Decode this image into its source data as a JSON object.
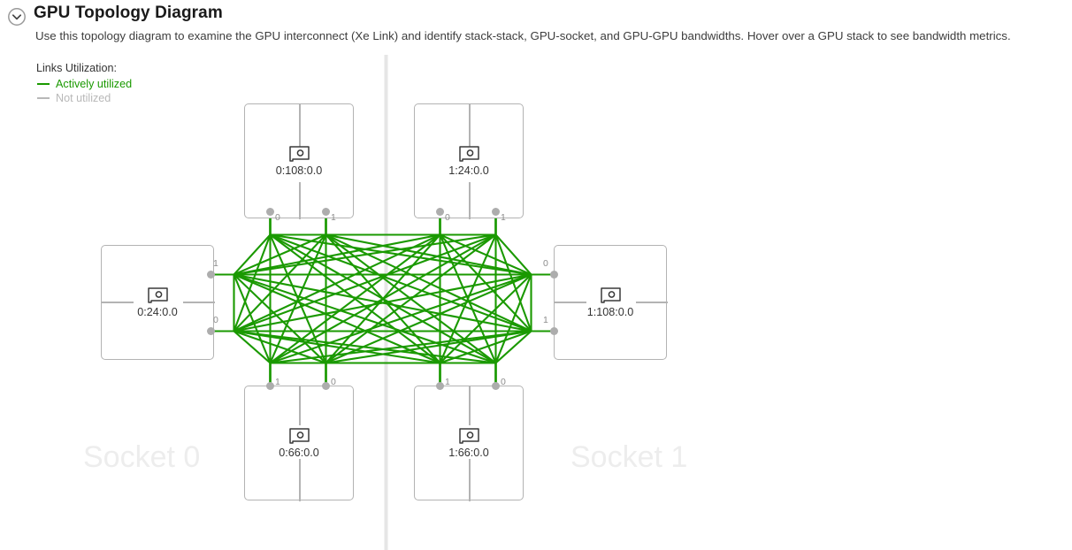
{
  "header": {
    "collapse_icon": "chevron-down-circle-icon",
    "title": "GPU Topology Diagram",
    "description": "Use this topology diagram to examine the GPU interconnect (Xe Link) and identify stack-stack, GPU-socket, and GPU-GPU bandwidths. Hover over a GPU stack to see bandwidth metrics."
  },
  "legend": {
    "title": "Links Utilization:",
    "items": [
      {
        "label": "Actively utilized",
        "color": "#1a9900"
      },
      {
        "label": "Not utilized",
        "color": "#b8b8b8"
      }
    ]
  },
  "sockets": [
    {
      "name": "Socket 0"
    },
    {
      "name": "Socket 1"
    }
  ],
  "colors": {
    "link_active": "#1a9900",
    "link_inactive": "#b8b8b8",
    "box_border": "#b3b3b3",
    "port": "#adadad",
    "socket_watermark": "#ededed",
    "socket_divider": "#e6e6e6"
  },
  "gpus": [
    {
      "id": "gpu-top-left",
      "label": "0:108:0.0",
      "icon": "gpu-card-icon",
      "socket": "Socket 0",
      "split": "vertical",
      "ports": [
        {
          "num": "0",
          "side": "bottom"
        },
        {
          "num": "1",
          "side": "bottom"
        }
      ]
    },
    {
      "id": "gpu-top-right",
      "label": "1:24:0.0",
      "icon": "gpu-card-icon",
      "socket": "Socket 1",
      "split": "vertical",
      "ports": [
        {
          "num": "0",
          "side": "bottom"
        },
        {
          "num": "1",
          "side": "bottom"
        }
      ]
    },
    {
      "id": "gpu-left",
      "label": "0:24:0.0",
      "icon": "gpu-card-icon",
      "socket": "Socket 0",
      "split": "horizontal",
      "ports": [
        {
          "num": "1",
          "side": "right"
        },
        {
          "num": "0",
          "side": "right"
        }
      ]
    },
    {
      "id": "gpu-right",
      "label": "1:108:0.0",
      "icon": "gpu-card-icon",
      "socket": "Socket 1",
      "split": "horizontal",
      "ports": [
        {
          "num": "0",
          "side": "left"
        },
        {
          "num": "1",
          "side": "left"
        }
      ]
    },
    {
      "id": "gpu-bottom-left",
      "label": "0:66:0.0",
      "icon": "gpu-card-icon",
      "socket": "Socket 0",
      "split": "vertical",
      "ports": [
        {
          "num": "1",
          "side": "top"
        },
        {
          "num": "0",
          "side": "top"
        }
      ]
    },
    {
      "id": "gpu-bottom-right",
      "label": "1:66:0.0",
      "icon": "gpu-card-icon",
      "socket": "Socket 1",
      "split": "vertical",
      "ports": [
        {
          "num": "1",
          "side": "top"
        },
        {
          "num": "0",
          "side": "top"
        }
      ]
    }
  ],
  "topology": {
    "description": "Full mesh Xe Link: every one of the 8 GPU stack ports is connected to every other stack port; all links actively utilized.",
    "node_order": [
      "tl0",
      "tl1",
      "tr0",
      "tr1",
      "l1",
      "l0",
      "r0",
      "r1",
      "bl1",
      "bl0",
      "br1",
      "br0"
    ]
  }
}
